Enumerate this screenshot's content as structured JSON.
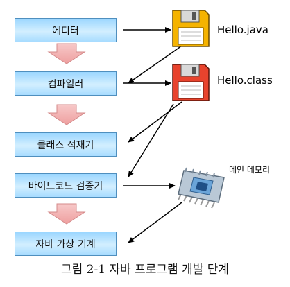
{
  "steps": {
    "editor": "에디터",
    "compiler": "컴파일러",
    "class_loader": "클래스 적재기",
    "bytecode_verifier": "바이트코드 검증기",
    "jvm": "자바 가상 기계"
  },
  "files": {
    "source": "Hello.java",
    "bytecode": "Hello.class"
  },
  "memory_label": "메인 메모리",
  "caption": "그림 2-1 자바 프로그램 개발 단계",
  "colors": {
    "box_fill": "#bfe6ff",
    "box_border": "#4f8fbe",
    "block_arrow": "#f2b5b5",
    "disk_yellow": "#f5b300",
    "disk_red": "#e8432d"
  }
}
